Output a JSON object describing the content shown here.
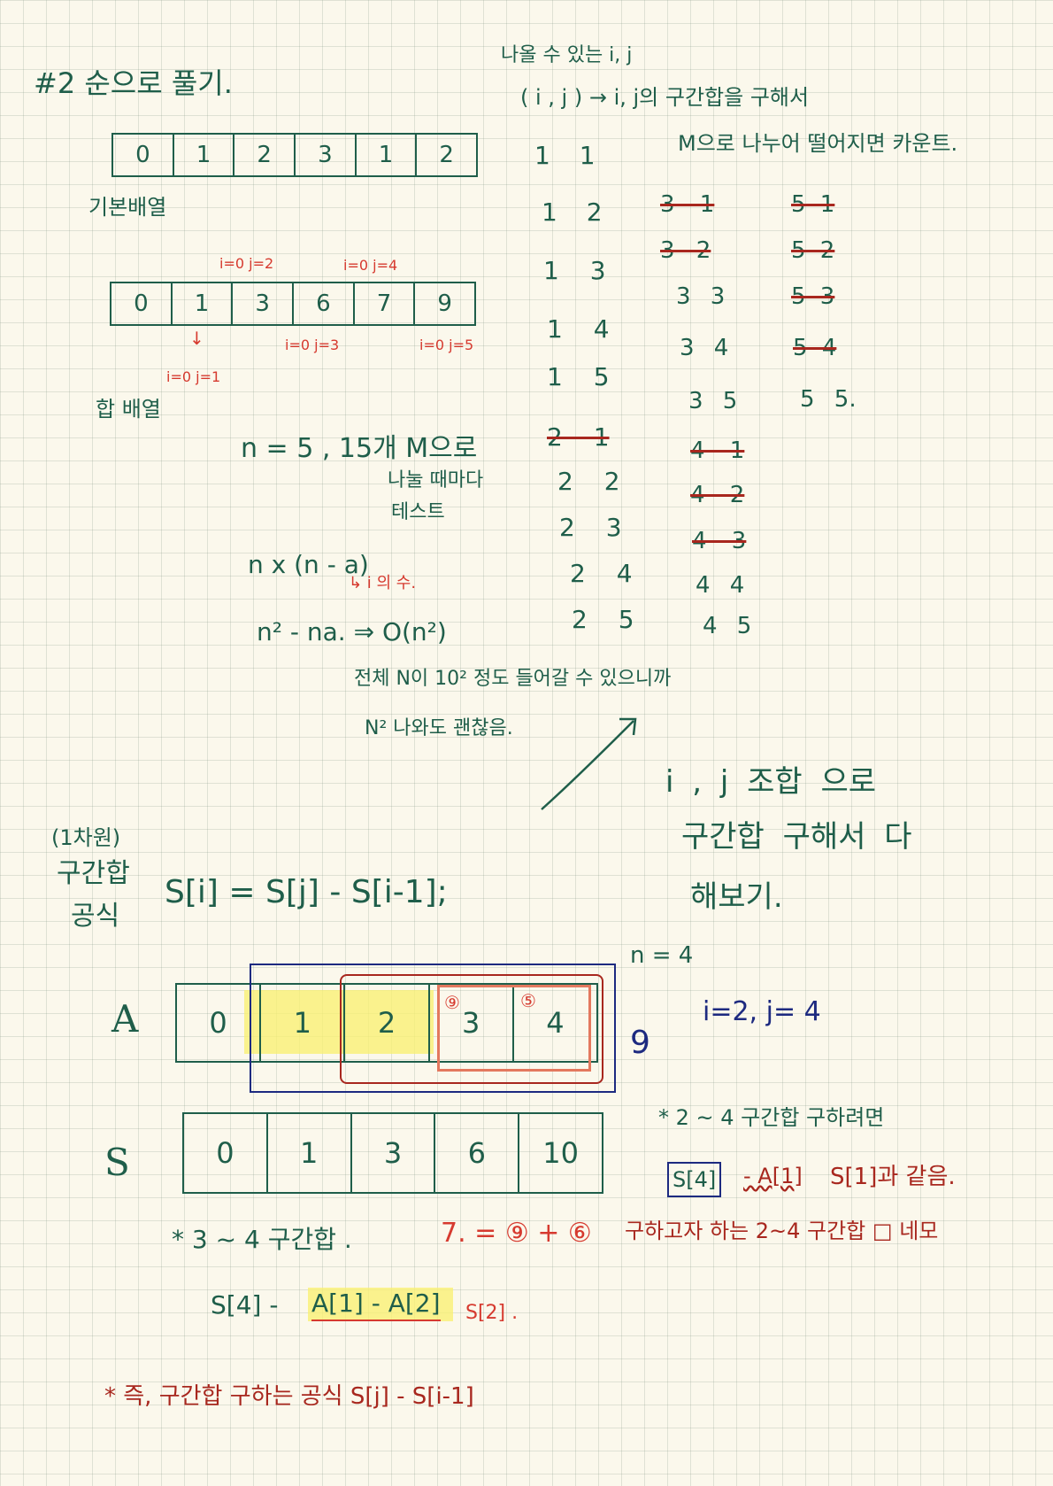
{
  "title": "#2 순으로 풀기.",
  "base_array": {
    "values": [
      "0",
      "1",
      "2",
      "3",
      "1",
      "2"
    ],
    "label": "기본배열"
  },
  "sum_array": {
    "values": [
      "0",
      "1",
      "3",
      "6",
      "7",
      "9"
    ],
    "label": "합 배열",
    "annotations": [
      "i=0 j=2",
      "i=0 j=4",
      "i=0 j=1",
      "i=0 j=3",
      "i=0 j=5"
    ]
  },
  "pairs_header": {
    "line1": "나올 수 있는 i, j",
    "line2": "( i , j )  →  i, j의 구간합을 구해서",
    "line3": "M으로 나누어 떨어지면 카운트."
  },
  "pairs_col1": [
    "1 1",
    "1 2",
    "1 3",
    "1 4",
    "1 5",
    "2 1",
    "2 2",
    "2 3",
    "2 4",
    "2 5"
  ],
  "pairs_col2": [
    "3 1",
    "3 2",
    "3 3",
    "3 4",
    "3 5",
    "4 1",
    "4 2",
    "4 3",
    "4 4",
    "4 5"
  ],
  "pairs_col3": [
    "5 1",
    "5 2",
    "5 3",
    "5 4",
    "5 5."
  ],
  "notes": {
    "n_line": "n = 5   ,  15개 M으로",
    "n_line2": "나눌 때마다",
    "n_line3": "테스트",
    "formula1": "n x (n - a)",
    "formula1_note": "↳ i 의 수.",
    "formula2": "n² - na.  ⇒ O(n²)",
    "remark1": "전체 N이 10² 정도 들어갈 수 있으니까",
    "remark2": "N² 나와도 괜찮음.",
    "ij_line1": "i , j 조합 으로",
    "ij_line2": "구간합 구해서 다",
    "ij_line3": "해보기."
  },
  "range_sum": {
    "label1": "(1차원)",
    "label2": "구간합",
    "label3": "공식",
    "formula": "S[i] = S[j] - S[i-1];",
    "n_label": "n = 4",
    "A_label": "A",
    "A_values": [
      "0",
      "1",
      "2",
      "3",
      "4"
    ],
    "A_sum": "9",
    "S_label": "S",
    "S_values": [
      "0",
      "1",
      "3",
      "6",
      "10"
    ],
    "ij": "i=2,  j= 4",
    "circle_a": "⑨",
    "circle_b": "⑤"
  },
  "examples": {
    "ex1": "* 3 ~ 4  구간합 .",
    "ex1_result": "7.  = ⑨ + ⑥",
    "ex1_formula_a": "S[4] -",
    "ex1_formula_b": "A[1] - A[2]",
    "ex1_formula_c": "S[2] .",
    "ex2": "* 2 ~ 4  구간합  구하려면",
    "ex2_box": "S[4]",
    "ex2_rest": "- A[1]",
    "ex2_note": "S[1]과 같음.",
    "ex2_bottom": "구하고자 하는  2~4 구간합     □ 네모",
    "final": "* 즉, 구간합 구하는 공식     S[j] - S[i-1]"
  }
}
